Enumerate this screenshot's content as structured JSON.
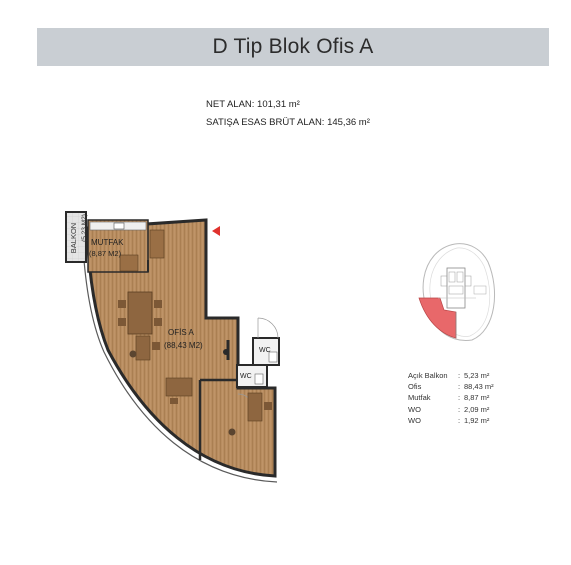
{
  "header": {
    "title": "D Tip Blok Ofis A"
  },
  "areas": {
    "net": "NET ALAN: 101,31 m²",
    "gross": "SATIŞA ESAS BRÜT ALAN: 145,36 m²"
  },
  "plan": {
    "balkon_label": "BALKON",
    "balkon_area": "(5,23 M2)",
    "mutfak_label": "MUTFAK",
    "mutfak_area": "(8,87 M2)",
    "ofis_label": "OFİS A",
    "ofis_area": "(88,43 M2)",
    "wc1": "WC",
    "wc2": "WC"
  },
  "colors": {
    "title_bg": "#c9ced3",
    "wood": "#b58a5e",
    "wall": "#2a2a2a",
    "marker": "#e0322d",
    "highlight": "#e8686a"
  },
  "legend": [
    {
      "key": "Açık Balkon",
      "value": "5,23 m²"
    },
    {
      "key": "Ofis",
      "value": "88,43 m²"
    },
    {
      "key": "Mutfak",
      "value": "8,87 m²"
    },
    {
      "key": "WO",
      "value": "2,09 m²"
    },
    {
      "key": "WO",
      "value": "1,92 m²"
    }
  ]
}
